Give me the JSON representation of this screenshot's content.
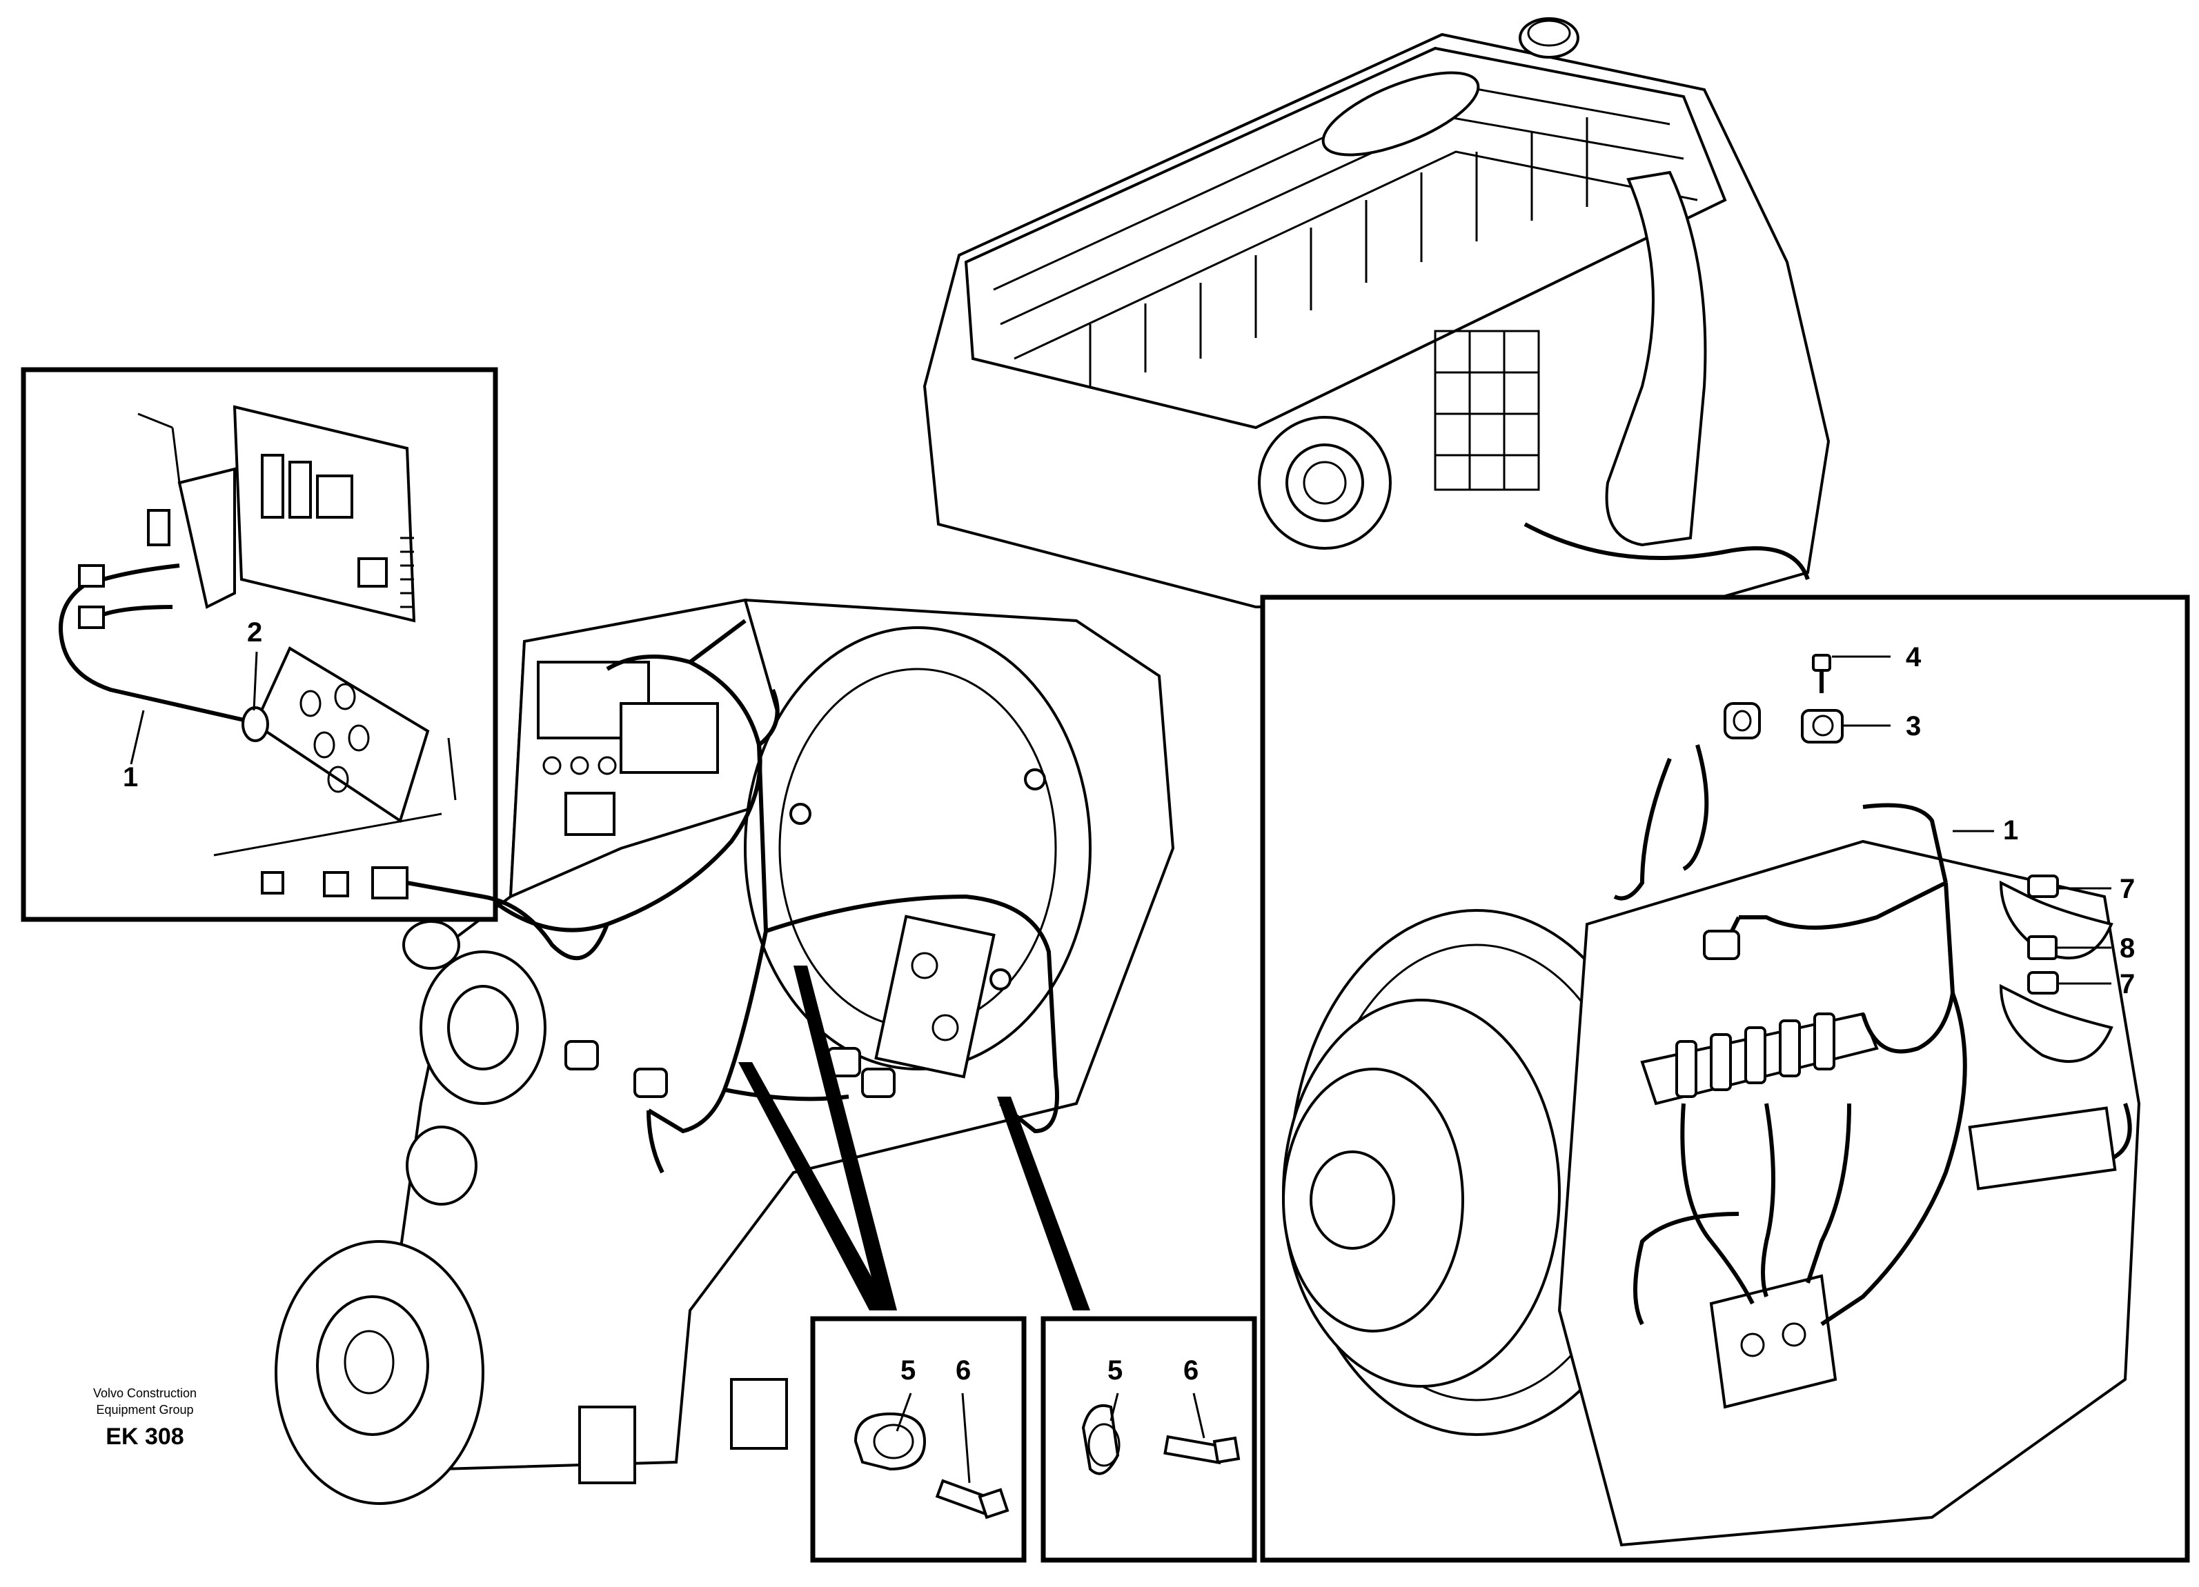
{
  "credit": {
    "line1": "Volvo Construction",
    "line2": "Equipment Group",
    "code": "EK 308"
  },
  "callouts": {
    "inset_left": [
      "1",
      "2"
    ],
    "inset_clip_a": [
      "5",
      "6"
    ],
    "inset_clip_b": [
      "5",
      "6"
    ],
    "inset_right": [
      "4",
      "3",
      "1",
      "7",
      "8",
      "7"
    ]
  },
  "colors": {
    "line": "#000000",
    "background": "#ffffff"
  }
}
